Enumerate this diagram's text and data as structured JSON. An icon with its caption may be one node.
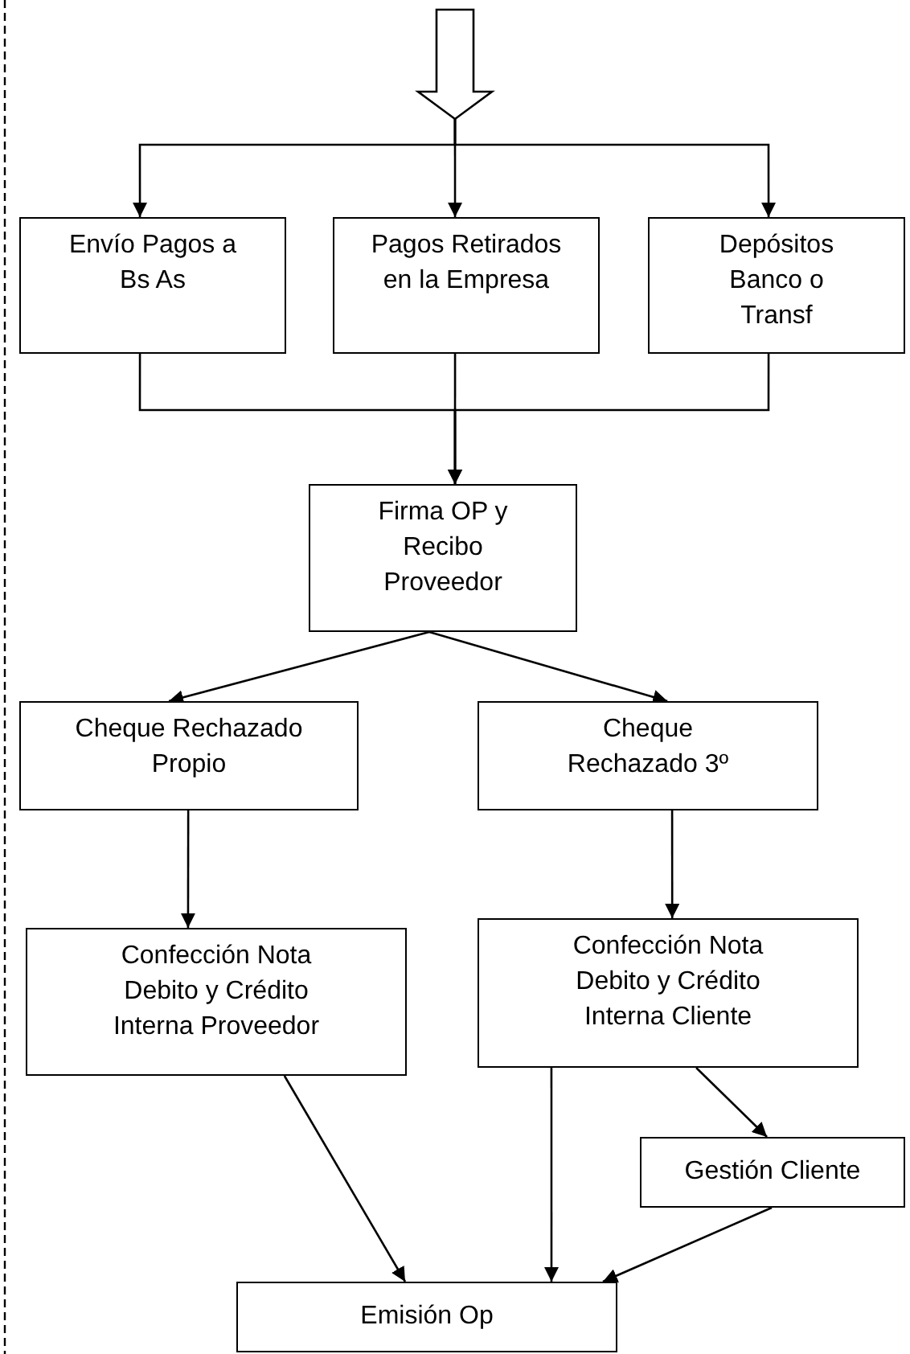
{
  "diagram": {
    "nodes": [
      {
        "text": [
          "Envío Pagos a Bs As"
        ]
      },
      {
        "text": [
          "Pagos Retirados en la Empresa"
        ]
      },
      {
        "text": [
          "Depósitos Banco o Transf"
        ]
      },
      {
        "text": [
          "Firma OP y Recibo Proveedor"
        ]
      },
      {
        "text": [
          "Cheque Rechazado Propio"
        ]
      },
      {
        "text": [
          "Cheque Rechazado 3º"
        ]
      },
      {
        "text": [
          "Confección Nota Debito y Crédito Interna Proveedor"
        ]
      },
      {
        "text": [
          "Confección Nota Debito y Crédito Interna Cliente"
        ]
      },
      {
        "text": [
          "Gestión Cliente"
        ]
      },
      {
        "text": [
          "Emisión Op"
        ]
      }
    ],
    "edges": [
      {
        "from": null,
        "to": 0,
        "arrow": "to"
      },
      {
        "from": null,
        "to": 1,
        "arrow": "to"
      },
      {
        "from": null,
        "to": 2,
        "arrow": "to"
      },
      {
        "from": 0,
        "to": 3,
        "arrow": "to"
      },
      {
        "from": 1,
        "to": 3,
        "arrow": "to"
      },
      {
        "from": 2,
        "to": 3,
        "arrow": "to"
      },
      {
        "from": 3,
        "to": 4,
        "arrow": "to"
      },
      {
        "from": 3,
        "to": 5,
        "arrow": "to"
      },
      {
        "from": 4,
        "to": 6,
        "arrow": "to"
      },
      {
        "from": 5,
        "to": 7,
        "arrow": "to"
      },
      {
        "from": 6,
        "to": 9,
        "arrow": "to"
      },
      {
        "from": 7,
        "to": 9,
        "arrow": "to"
      },
      {
        "from": 7,
        "to": 8,
        "arrow": "to"
      },
      {
        "from": 8,
        "to": 9,
        "arrow": "to"
      }
    ]
  }
}
